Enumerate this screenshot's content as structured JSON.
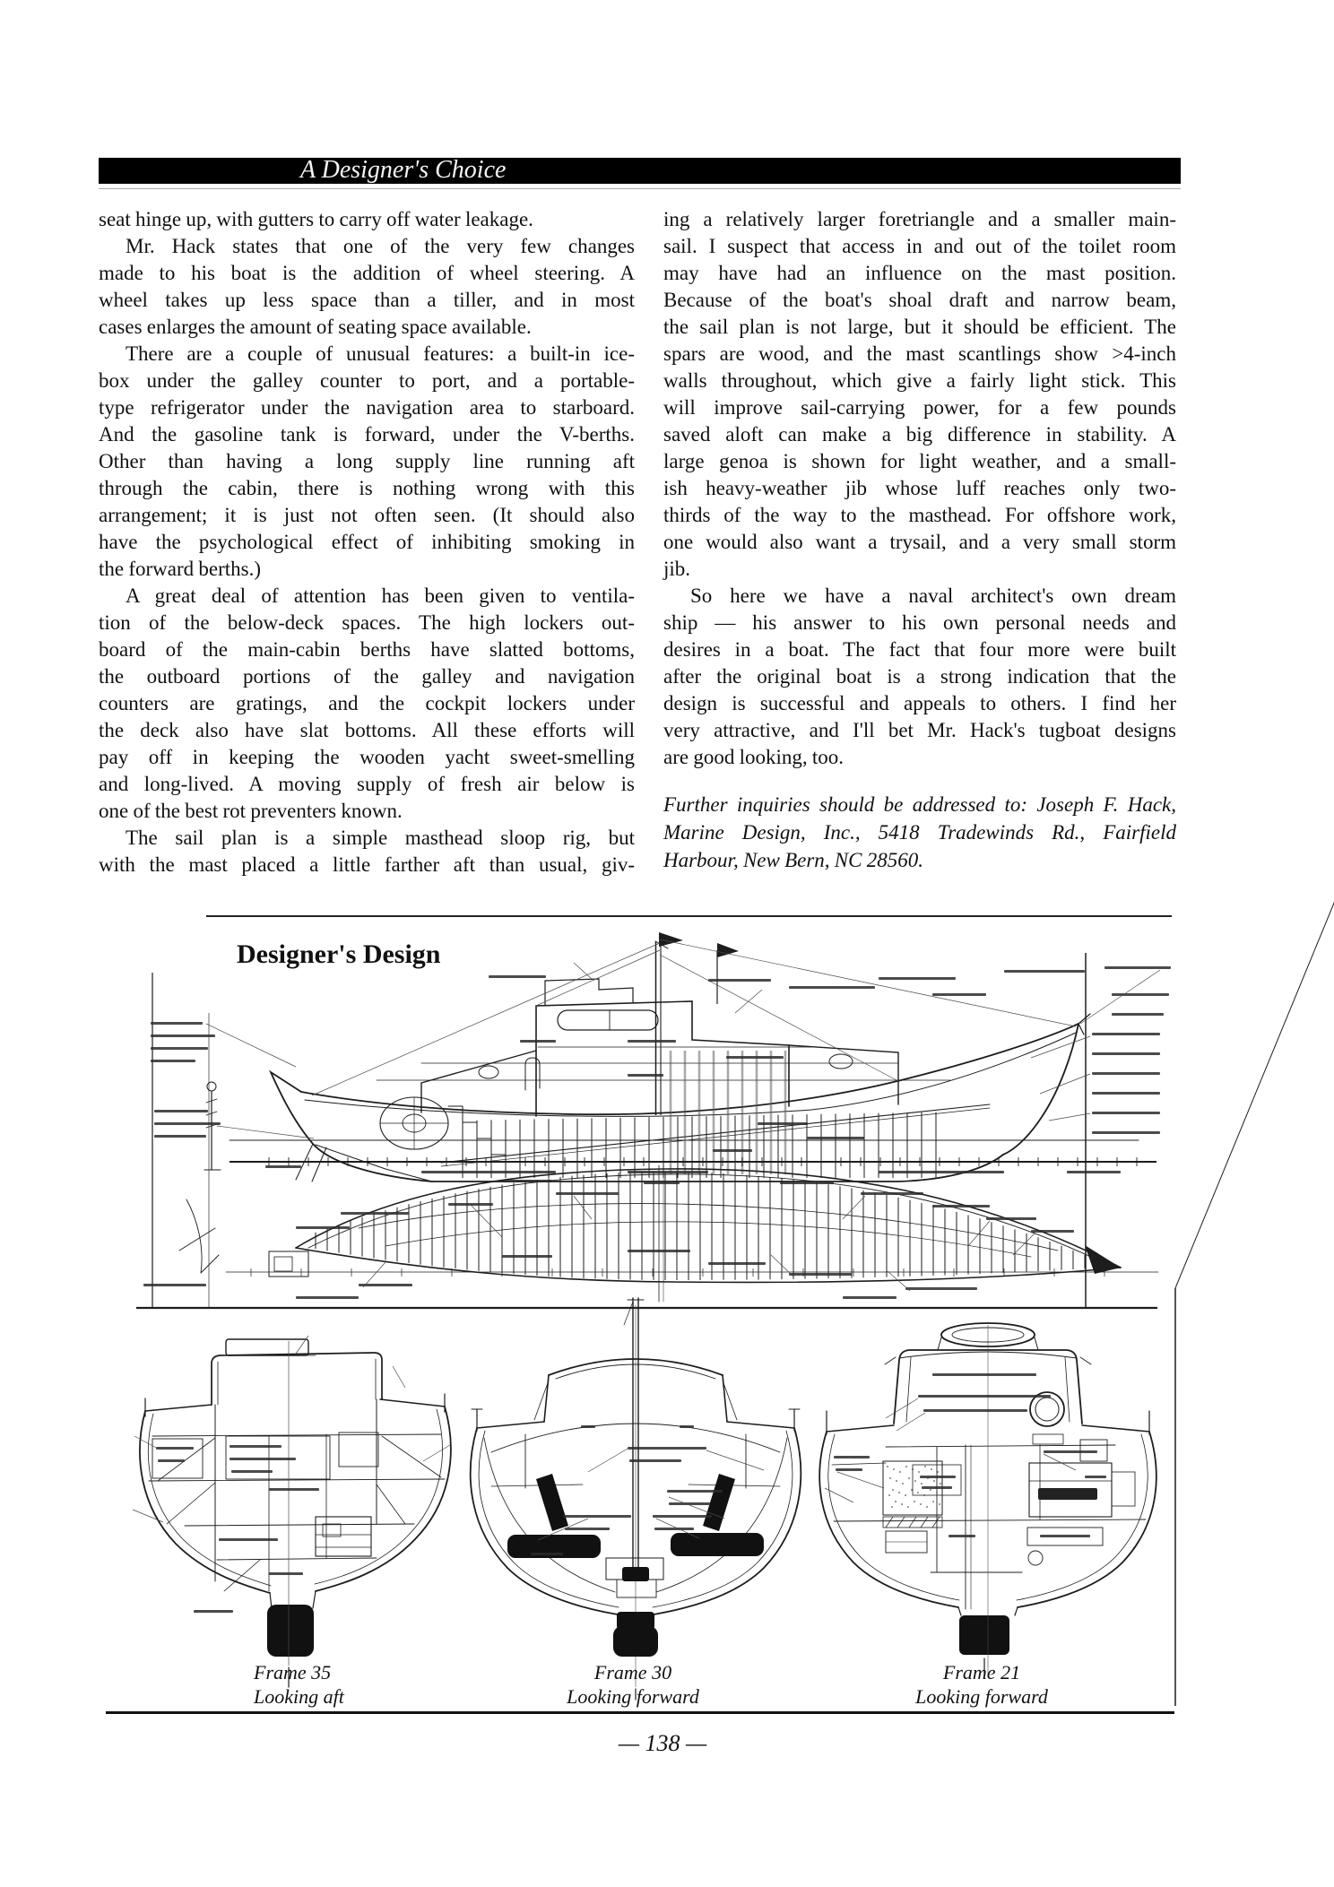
{
  "header": {
    "title": "A Designer's Choice"
  },
  "article": {
    "left_column": {
      "paragraphs": [
        {
          "indent": false,
          "cont": false,
          "lines": [
            "seat hinge up, with gutters to carry off water leakage."
          ]
        },
        {
          "indent": true,
          "cont": false,
          "lines": [
            "Mr. Hack states that one of the very few changes",
            "made to his boat is the addition of wheel steering. A",
            "wheel takes up less space than a tiller, and in most",
            "cases enlarges the amount of seating space available."
          ]
        },
        {
          "indent": true,
          "cont": false,
          "lines": [
            "There are a couple of unusual features: a built-in ice-",
            "box under the galley counter to port, and a portable-",
            "type refrigerator under the navigation area to starboard.",
            "And the gasoline tank is forward, under the V-berths.",
            "Other than having a long supply line running aft",
            "through the cabin, there is nothing wrong with this",
            "arrangement; it is just not often seen. (It should also",
            "have the psychological effect of inhibiting smoking in",
            "the forward berths.)"
          ]
        },
        {
          "indent": true,
          "cont": false,
          "lines": [
            "A great deal of attention has been given to ventila-",
            "tion of the below-deck spaces. The high lockers out-",
            "board of the main-cabin berths have slatted bottoms,",
            "the outboard portions of the galley and navigation",
            "counters are gratings, and the cockpit lockers under",
            "the deck also have slat bottoms. All these efforts will",
            "pay off in keeping the wooden yacht sweet-smelling",
            "and long-lived. A moving supply of fresh air below is",
            "one of the best rot preventers known."
          ]
        },
        {
          "indent": true,
          "cont": true,
          "lines": [
            "The sail plan is a simple masthead sloop rig, but",
            "with the mast placed a little farther aft than usual, giv-"
          ]
        }
      ]
    },
    "right_column": {
      "paragraphs": [
        {
          "indent": false,
          "cont": false,
          "lines": [
            "ing a relatively larger foretriangle and a smaller main-",
            "sail. I suspect that access in and out of the toilet room",
            "may have had an influence on the mast position.",
            "Because of the boat's shoal draft and narrow beam,",
            "the sail plan is not large, but it should be efficient. The",
            "spars are wood, and the mast scantlings show >4-inch",
            "walls throughout, which give a fairly light stick. This",
            "will improve sail-carrying power, for a few pounds",
            "saved aloft can make a big difference in stability. A",
            "large genoa is shown for light weather, and a small-",
            "ish heavy-weather jib whose luff reaches only two-",
            "thirds of the way to the masthead. For offshore work,",
            "one would also want a trysail, and a very small storm",
            "jib."
          ]
        },
        {
          "indent": true,
          "cont": false,
          "lines": [
            "So here we have a naval architect's own dream",
            "ship — his answer to his own personal needs and",
            "desires in a boat. The fact that four more were built",
            "after the original boat is a strong indication that the",
            "design is successful and appeals to others. I find her",
            "very attractive, and I'll bet Mr. Hack's tugboat designs",
            "are good looking, too."
          ]
        },
        {
          "indent": false,
          "cont": false,
          "italic": true,
          "lines": [
            "Further inquiries should be addressed to: Joseph F. Hack,",
            "Marine Design, Inc., 5418 Tradewinds Rd., Fairfield",
            "Harbour, New Bern, NC 28560."
          ]
        }
      ]
    }
  },
  "figure": {
    "heading": "Designer's Design",
    "captions": [
      {
        "frame": "Frame 35",
        "view": "Looking aft"
      },
      {
        "frame": "Frame 30",
        "view": "Looking forward"
      },
      {
        "frame": "Frame 21",
        "view": "Looking forward"
      }
    ]
  },
  "footer": {
    "page_number": "— 138 —"
  },
  "colors": {
    "paper": "#ffffff",
    "ink": "#111111",
    "bar_background": "#000000",
    "bar_text": "#f5f5f5"
  }
}
